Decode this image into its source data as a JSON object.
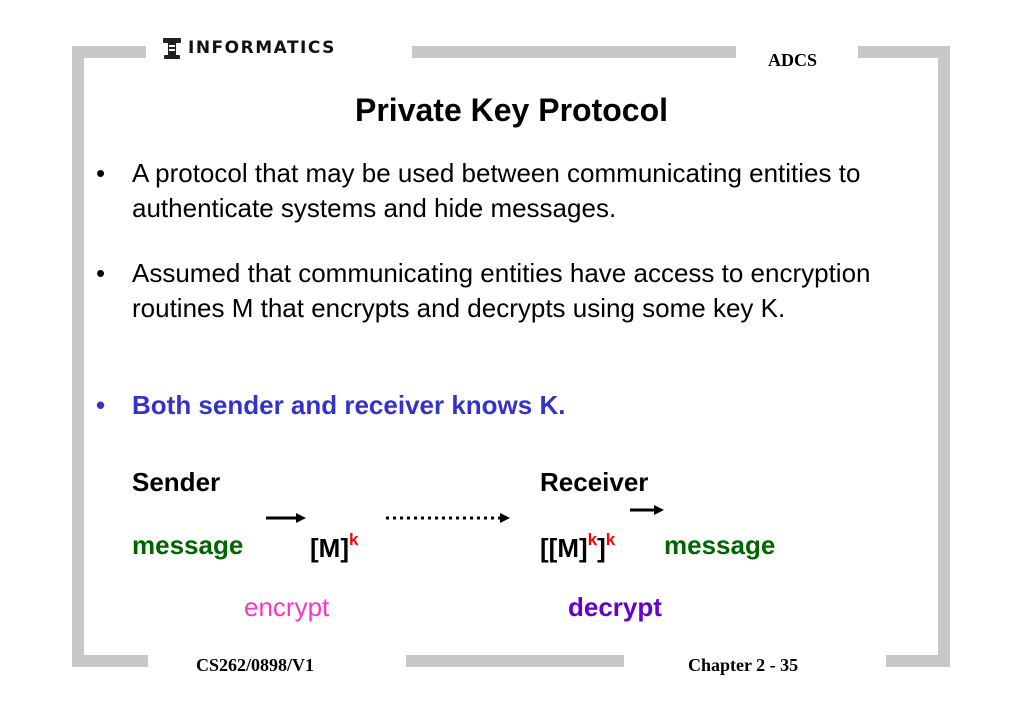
{
  "header": {
    "logo_text": "INFORMATICS",
    "course_tag": "ADCS"
  },
  "slide": {
    "title": "Private Key Protocol",
    "bullets": [
      "A protocol that may be used between communicating entities to authenticate systems and hide messages.",
      "Assumed that communicating entities have access to encryption routines M that encrypts and decrypts using some key K.",
      "Both sender and receiver knows K."
    ],
    "bullet_symbol": "•",
    "colors": {
      "highlight_bullet": "#3333cc",
      "message": "#006600",
      "encrypt": "#ff33cc",
      "decrypt": "#6600cc",
      "superscript": "#ff0000"
    }
  },
  "diagram": {
    "sender_label": "Sender",
    "receiver_label": "Receiver",
    "sender_message": "message",
    "encrypted": "[M]",
    "encrypted_sup": "k",
    "receiver_encrypted_open": "[[M]",
    "receiver_encrypted_sup1": "k",
    "receiver_encrypted_close": "]",
    "receiver_encrypted_sup2": "k",
    "receiver_message": "message",
    "encrypt_label": "encrypt",
    "decrypt_label": "decrypt"
  },
  "footer": {
    "left": "CS262/0898/V1",
    "right": "Chapter 2 - 35"
  }
}
